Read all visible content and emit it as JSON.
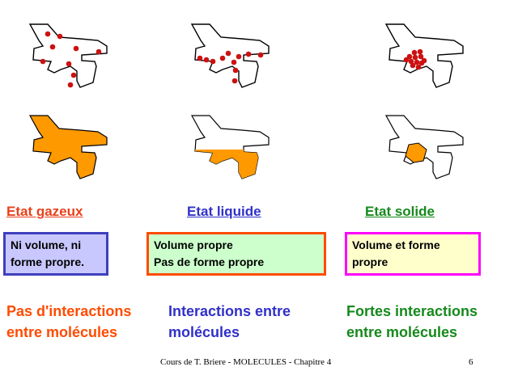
{
  "states": [
    {
      "title": "Etat gazeux",
      "title_color": "#e8401c",
      "property": "Ni volume, ni forme propre.",
      "box_border": "#3f3fbf",
      "box_fill": "#c8c8ff",
      "interactions": "Pas d'interactions entre molécules",
      "interactions_color": "#ff4b00"
    },
    {
      "title": "Etat liquide",
      "title_color": "#3030c8",
      "property_lines": [
        "Volume propre",
        "Pas de forme propre"
      ],
      "box_border": "#ff4b00",
      "box_fill": "#ccffcc",
      "interactions": "Interactions entre molécules",
      "interactions_color": "#3030c8"
    },
    {
      "title": "Etat solide",
      "title_color": "#16891c",
      "property": "Volume et forme propre",
      "box_border": "#ff00ff",
      "box_fill": "#ffffcc",
      "interactions": "Fortes interactions entre molécules",
      "interactions_color": "#16891c"
    }
  ],
  "colors": {
    "fill_orange": "#ff9900",
    "molecule_red": "#cc1111"
  },
  "footer": {
    "text": "Cours de T. Briere - MOLECULES - Chapitre 4",
    "page": "6"
  }
}
